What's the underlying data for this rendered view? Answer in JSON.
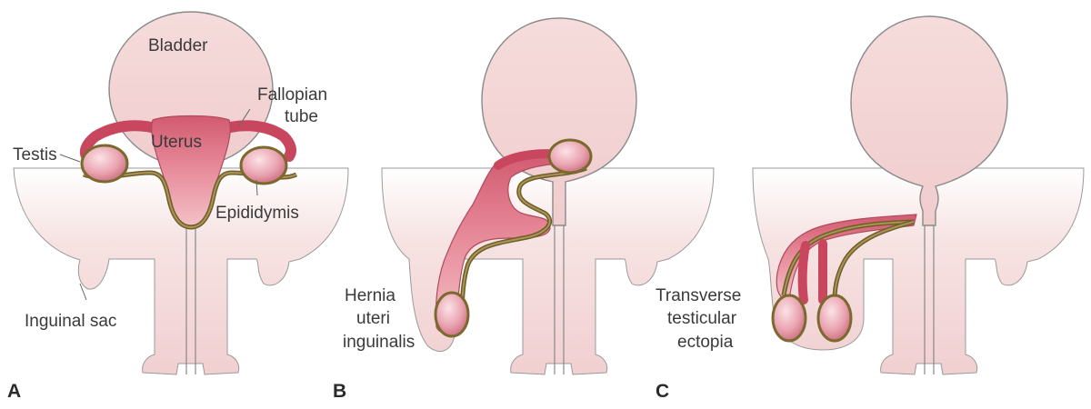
{
  "panels": [
    {
      "letter": "A",
      "labels": {
        "bladder": "Bladder",
        "fallopian_tube_1": "Fallopian",
        "fallopian_tube_2": "tube",
        "uterus": "Uterus",
        "testis": "Testis",
        "epididymis": "Epididymis",
        "inguinal_sac": "Inguinal sac"
      }
    },
    {
      "letter": "B",
      "labels": {
        "line1": "Hernia",
        "line2": "uteri",
        "line3": "inguinalis"
      }
    },
    {
      "letter": "C",
      "labels": {
        "line1": "Transverse",
        "line2": "testicular",
        "line3": "ectopia"
      }
    }
  ],
  "colors": {
    "tissue": "#f4d9da",
    "tissue_edge": "#8a8a8a",
    "organ": "#e48a98",
    "organ_dark": "#c9465f",
    "epididymis": "#8b7a3e",
    "testis": "#e9a7b3"
  }
}
